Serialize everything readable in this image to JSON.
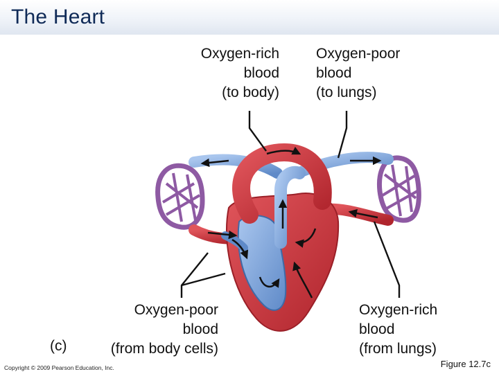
{
  "slide": {
    "title": "The Heart",
    "panel_letter": "(c)",
    "copyright": "Copyright © 2009 Pearson Education, Inc.",
    "figure_number": "Figure 12.7c"
  },
  "labels": {
    "top_left": [
      "Oxygen-rich",
      "blood",
      "(to body)"
    ],
    "top_right": [
      "Oxygen-poor",
      "blood",
      "(to lungs)"
    ],
    "bottom_left": [
      "Oxygen-poor",
      "blood",
      "(from body cells)"
    ],
    "bottom_right": [
      "Oxygen-rich",
      "blood",
      "(from lungs)"
    ]
  },
  "colors": {
    "title": "#0f2a57",
    "oxygen_rich": "#c8323a",
    "oxygen_poor": "#7fa6d9",
    "capillary": "#8e5aa3",
    "leader_line": "#111111"
  }
}
